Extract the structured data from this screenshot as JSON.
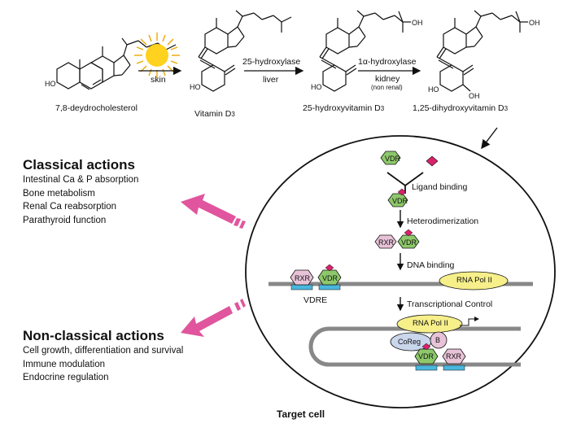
{
  "pathway": {
    "compounds": [
      "7,8-deydrocholesterol",
      "Vitamin D",
      "25-hydroxyvitamin D",
      "1,25-dihydroxyvitamin D"
    ],
    "subscript": "3",
    "step1": {
      "label": "skin"
    },
    "step2": {
      "enzyme": "25-hydroxylase",
      "organ": "liver"
    },
    "step3": {
      "enzyme": "1α-hydroxylase",
      "organ": "kidney",
      "note": "(non renal)"
    }
  },
  "classical": {
    "title": "Classical actions",
    "items": [
      "Intestinal Ca & P absorption",
      "Bone metabolism",
      "Renal Ca reabsorption",
      "Parathyroid function"
    ]
  },
  "nonclassical": {
    "title": "Non-classical actions",
    "items": [
      "Cell growth, differentiation and survival",
      "Immune modulation",
      "Endocrine regulation"
    ]
  },
  "cell": {
    "label": "Target cell",
    "vdr": "VDR",
    "rxr": "RXR",
    "rnapol": "RNA Pol II",
    "vdre": "VDRE",
    "coreg": "CoReg",
    "b": "B",
    "steps": [
      "Ligand binding",
      "Heterodimerization",
      "DNA binding",
      "Transcriptional Control"
    ]
  },
  "colors": {
    "vdr": "#8dc86a",
    "rxr": "#e8c3d8",
    "ligand": "#d8226a",
    "rnapol": "#f6ef8a",
    "arrow": "#e0559d",
    "coreg": "#c9d6ec",
    "dna_box": "#4ab6dd"
  }
}
